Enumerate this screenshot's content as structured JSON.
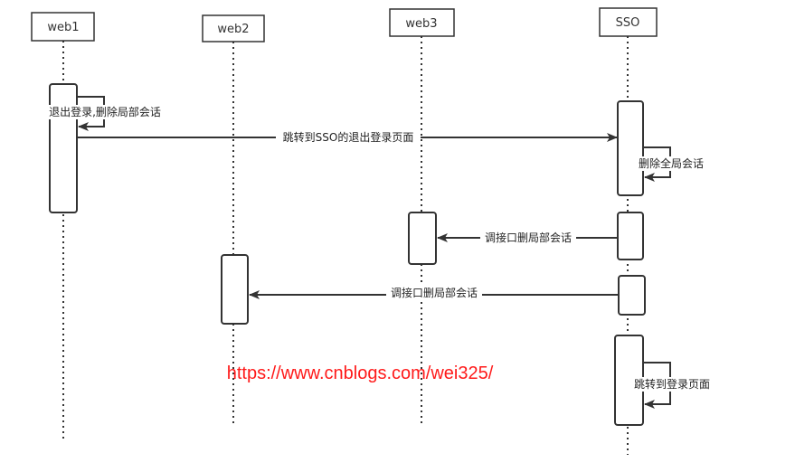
{
  "participants": [
    "web1",
    "web2",
    "web3",
    "SSO"
  ],
  "messages": [
    {
      "from": "web1",
      "to": "web1",
      "label": "退出登录,删除局部会话"
    },
    {
      "from": "web1",
      "to": "SSO",
      "label": "跳转到SSO的退出登录页面"
    },
    {
      "from": "SSO",
      "to": "SSO",
      "label": "删除全局会话"
    },
    {
      "from": "SSO",
      "to": "web3",
      "label": "调接口删局部会话"
    },
    {
      "from": "SSO",
      "to": "web2",
      "label": "调接口删局部会话"
    },
    {
      "from": "SSO",
      "to": "SSO",
      "label": "跳转到登录页面"
    }
  ],
  "watermark": "https://www.cnblogs.com/wei325/",
  "colors": {
    "line": "#333333",
    "watermark": "#ff1a1a"
  }
}
